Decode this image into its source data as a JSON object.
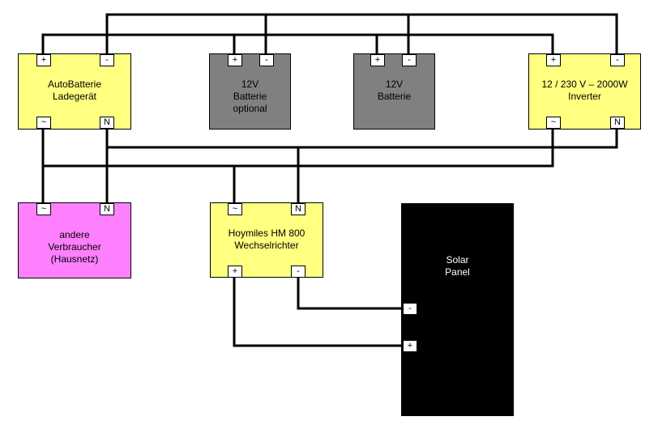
{
  "colors": {
    "component_yellow": "#ffff80",
    "battery_gray": "#808080",
    "consumer_pink": "#ff80ff",
    "solar_black": "#000000",
    "wire": "#000000"
  },
  "components": {
    "charger": {
      "lines": [
        "AutoBatterie",
        "Ladegerät"
      ],
      "terminals": {
        "plus": "+",
        "minus": "-",
        "ac": "~",
        "neutral": "N"
      }
    },
    "battery_optional": {
      "lines": [
        "12V",
        "Batterie",
        "optional"
      ],
      "terminals": {
        "plus": "+",
        "minus": "-"
      }
    },
    "battery": {
      "lines": [
        "12V",
        "Batterie"
      ],
      "terminals": {
        "plus": "+",
        "minus": "-"
      }
    },
    "inverter": {
      "lines": [
        "12 / 230 V – 2000W",
        "Inverter"
      ],
      "terminals": {
        "plus": "+",
        "minus": "-",
        "ac": "~",
        "neutral": "N"
      }
    },
    "consumers": {
      "lines": [
        "andere",
        "Verbraucher",
        "(Hausnetz)"
      ],
      "terminals": {
        "ac": "~",
        "neutral": "N"
      }
    },
    "microinverter": {
      "lines": [
        "Hoymiles HM 800",
        "Wechselrichter"
      ],
      "terminals": {
        "ac": "~",
        "neutral": "N",
        "plus": "+",
        "minus": "-"
      }
    },
    "solar_panel": {
      "lines": [
        "Solar",
        "Panel"
      ],
      "terminals": {
        "minus": "-",
        "plus": "+"
      }
    }
  }
}
